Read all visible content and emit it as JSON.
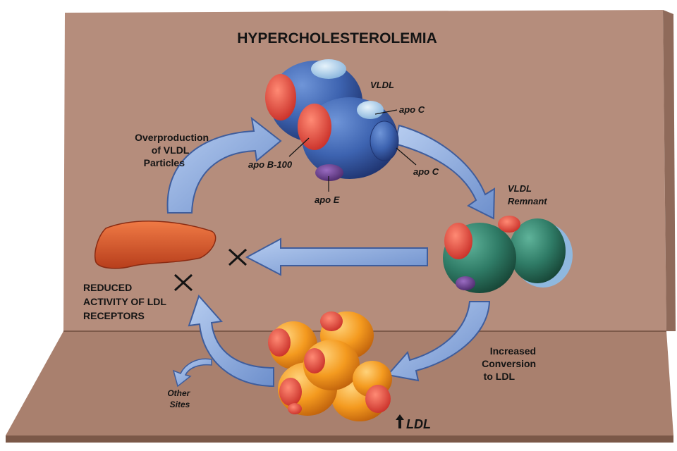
{
  "title": "HYPERCHOLESTEROLEMIA",
  "labels": {
    "vldl": "VLDL",
    "apo_c_top": "apo C",
    "apo_b100": "apo B-100",
    "apo_c_bottom": "apo C",
    "apo_e": "apo E",
    "overproduction_1": "Overproduction",
    "overproduction_2": "of VLDL",
    "overproduction_3": "Particles",
    "remnant_1": "VLDL",
    "remnant_2": "Remnant",
    "reduced_1": "REDUCED",
    "reduced_2": "ACTIVITY OF LDL",
    "reduced_3": "RECEPTORS",
    "increased_1": "Increased",
    "increased_2": "Conversion",
    "increased_3": "to LDL",
    "other_1": "Other",
    "other_2": "Sites",
    "ldl": "LDL"
  },
  "colors": {
    "board": "#b58d7c",
    "board_floor": "#a57a68",
    "arrow": "#7f9fd6",
    "arrow_edge": "#3f5d9c",
    "vldl": "#3d63b0",
    "remnant": "#2f7b66",
    "ldl": "#f49a1f",
    "apo_b": "#e2453a",
    "apo_c": "#a9cdea",
    "apo_e": "#6a3f8e",
    "liver": "#d4552b"
  },
  "icons": [
    "cross-mark-icon",
    "up-arrow-icon"
  ]
}
